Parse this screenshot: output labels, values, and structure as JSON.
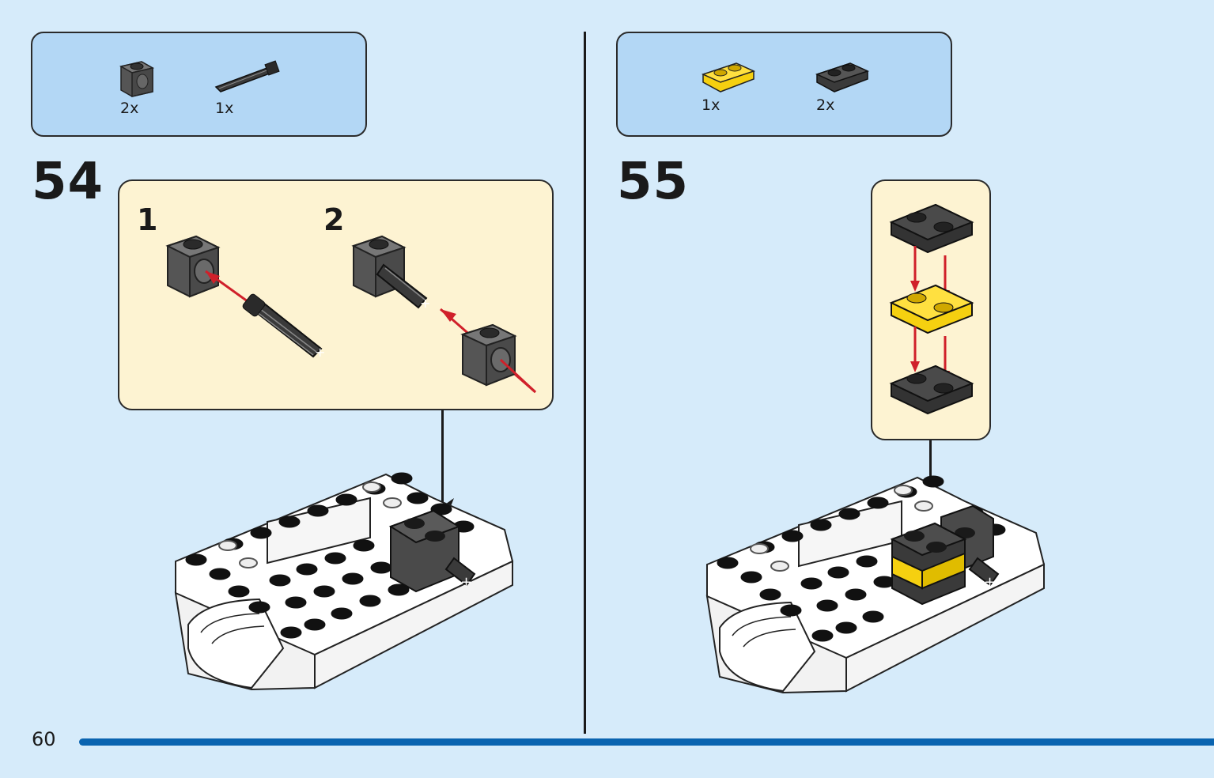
{
  "page": {
    "number": "60",
    "progress": 1.0
  },
  "colors": {
    "background": "#d6ebfa",
    "parts_box": "#b3d7f5",
    "callout": "#fdf3d2",
    "progress": "#0a64b0",
    "arrow": "#d0202a",
    "yellow": "#f5d010",
    "dark_brick": "#4a4a4a"
  },
  "steps": [
    {
      "number": "54",
      "parts": [
        {
          "icon": "technic-brick-1x1-icon",
          "qty": "2x"
        },
        {
          "icon": "axle-with-stop-icon",
          "qty": "1x"
        }
      ],
      "substeps": [
        "1",
        "2"
      ]
    },
    {
      "number": "55",
      "parts": [
        {
          "icon": "yellow-plate-1x2-icon",
          "qty": "1x"
        },
        {
          "icon": "black-plate-1x2-icon",
          "qty": "2x"
        }
      ]
    }
  ]
}
